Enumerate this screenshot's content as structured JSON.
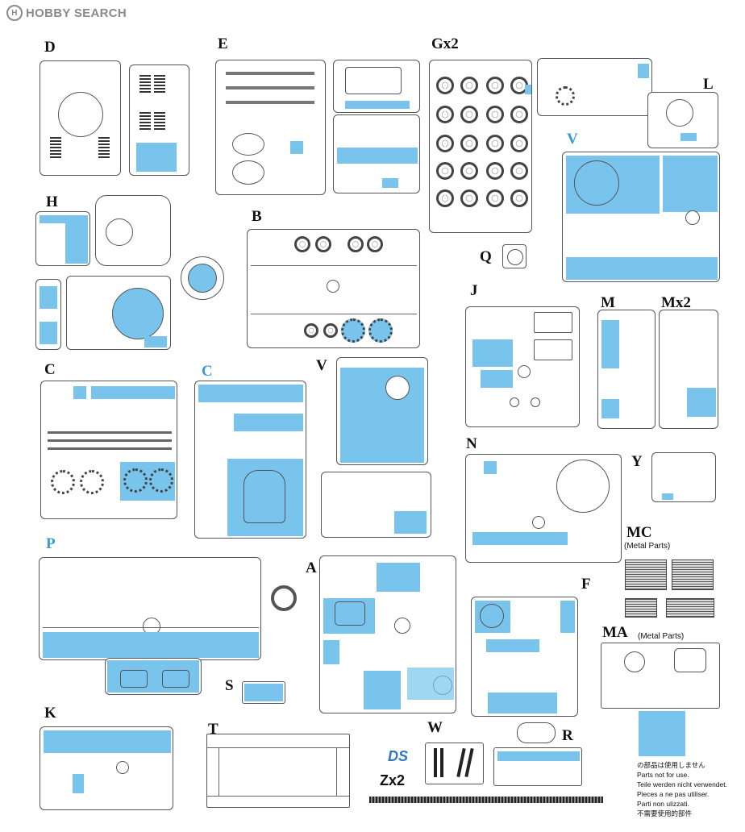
{
  "logo": {
    "text": "HOBBY SEARCH",
    "icon": "hobbysearch-h-icon"
  },
  "labels": {
    "D": "D",
    "E": "E",
    "Gx2": "Gx2",
    "L": "L",
    "V1": "V",
    "H": "H",
    "B": "B",
    "Q": "Q",
    "J": "J",
    "M": "M",
    "Mx2": "Mx2",
    "C1": "C",
    "C2": "C",
    "V2": "V",
    "N": "N",
    "Y": "Y",
    "MC": "MC",
    "P": "P",
    "A": "A",
    "F": "F",
    "MA": "MA",
    "S": "S",
    "K": "K",
    "T": "T",
    "W": "W",
    "R": "R",
    "Zx2": "Zx2"
  },
  "metal_notes": {
    "mc": "(Metal Parts)",
    "ma": "(Metal Parts)"
  },
  "dragon_logo": "DS",
  "legend": {
    "lines": [
      "の部品は使用しません",
      "Parts not for use.",
      "Teile werden nicht verwendet.",
      "Pieces a ne pas utiliser.",
      "Parti non ulizzati.",
      "不需要使用的部件"
    ],
    "swatch_color": "#79c4ec"
  },
  "colors": {
    "unused": "#79c4ec",
    "frame": "#555555"
  }
}
